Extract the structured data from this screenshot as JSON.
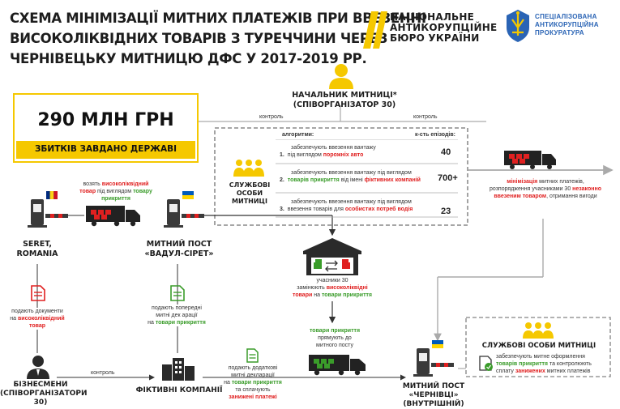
{
  "title": {
    "line1": "СХЕМА МІНІМІЗАЦІЇ МИТНИХ ПЛАТЕЖІВ ПРИ ВВЕЗЕННІ",
    "line2": "ВИСОКОЛІКВІДНИХ ТОВАРІВ З ТУРЕЧЧИНИ ЧЕРЕЗ",
    "line3": "ЧЕРНІВЕЦЬКУ МИТНИЦЮ ДФС У 2017-2019 РР."
  },
  "logos": {
    "nabu": [
      "НАЦІОНАЛЬНЕ",
      "АНТИКОРУПЦІЙНЕ",
      "БЮРО УКРАЇНИ"
    ],
    "sap": [
      "СПЕЦІАЛІЗОВАНА",
      "АНТИКОРУПЦІЙНА",
      "ПРОКУРАТУРА"
    ]
  },
  "damage": {
    "amount": "290 МЛН ГРН",
    "caption": "ЗБИТКІВ ЗАВДАНО ДЕРЖАВІ"
  },
  "head": {
    "line1": "НАЧАЛЬНИК МИТНИЦІ",
    "star": "*",
    "line2": "(СПІВОРГАНІЗАТОР 30)"
  },
  "control_left": "контроль",
  "control_right": "контроль",
  "control_bottom": "контроль",
  "officials": {
    "line1": "СЛУЖБОВІ ОСОБИ",
    "line2": "МИТНИЦІ"
  },
  "algorithms": {
    "header_left": "алгоритми:",
    "header_right": "к-сть епізодів:",
    "rows": [
      {
        "num": "1.",
        "a": "забезпечують ввезення вантажу",
        "b1": "під виглядом ",
        "b2": "порожніх авто",
        "b3": "",
        "count": "40"
      },
      {
        "num": "2.",
        "a": "забезпечують ввезення вантажу під  виглядом",
        "b1": "",
        "b2": "товарів прикриття",
        "b3": " від імені ",
        "b4": "фіктивних компаній",
        "count": "700+"
      },
      {
        "num": "3.",
        "a": "забезпечують ввезення вантажу під виглядом",
        "b1": "ввезення товарів для ",
        "b2": "особистих потреб водія",
        "b3": "",
        "count": "23"
      }
    ]
  },
  "left_route": {
    "text1": "возять ",
    "text2": "високоліквідний",
    "text3": "товар",
    "text4": " під виглядом ",
    "text5": "товару",
    "text6": "прикриття"
  },
  "seret": {
    "line1": "SERET,",
    "line2": "ROMANIA"
  },
  "vadul": {
    "line1": "МИТНИЙ ПОСТ",
    "line2": "«ВАДУЛ-СІРЕТ»"
  },
  "docs_business": {
    "line1": "подають документи",
    "line2a": "на ",
    "line2b": "високоліквідний",
    "line3": "товар"
  },
  "docs_fict": {
    "line1": "подають попередні",
    "line2": "митні дек арації",
    "line3a": "на ",
    "line3b": "товари прикриття"
  },
  "docs_extra": {
    "line1": "подають додаткові",
    "line2": "митні декларації",
    "line3a": "на ",
    "line3b": "товари прикриття",
    "line4": "та сплачують",
    "line5": "занижені платежі"
  },
  "warehouse": {
    "line1": "учасники 30",
    "line2a": "замінюють ",
    "line2b": "високоліквідні",
    "line3a": "товари",
    "line3b": " на ",
    "line3c": "товари прикриття"
  },
  "cover_goods": {
    "line1": "товари прикриття",
    "line2": "прямують до",
    "line3": "митного посту"
  },
  "result": {
    "a1": "мінімізація",
    "a2": " митних платежів,",
    "b": "розпорядження учасниками 30 ",
    "b2": "незаконно",
    "c1": "ввезеним товаром",
    "c2": ", отримання вигоди"
  },
  "chernivtsi": {
    "line1": "МИТНИЙ ПОСТ",
    "line2": "«ЧЕРНІВЦІ» (ВНУТРІШНІЙ)"
  },
  "officials2": {
    "title": "СЛУЖБОВІ ОСОБИ МИТНИЦІ",
    "line1": "забезпечують митне оформлення",
    "line2a": "товарів прикриття",
    "line2b": " та контролюють",
    "line3a": "сплату ",
    "line3b": "занижених",
    "line3c": " митних платежів"
  },
  "business": {
    "line1": "БІЗНЕСМЕНИ",
    "line2": "(СПІВОРГАНІЗАТОРИ 30)"
  },
  "fict": "ФІКТИВНІ КОМПАНІЇ",
  "colors": {
    "yellow": "#f5c800",
    "red": "#e02020",
    "green": "#3a9c2a",
    "dark": "#3a3a3a",
    "blue": "#2a64b5"
  }
}
